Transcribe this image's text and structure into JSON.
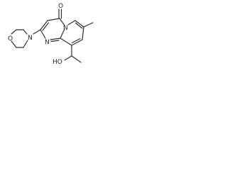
{
  "structure": {
    "atom_labels": {
      "carbonyl_oxygen": "O",
      "ring_nitrogen": "N",
      "pyrimidine_nitrogen": "N",
      "morpholine_nitrogen": "N",
      "morpholine_oxygen": "O",
      "hydroxyl": "HO"
    },
    "colors": {
      "bond": "#2f2f2f",
      "label": "#222222",
      "background": "#ffffff"
    }
  }
}
